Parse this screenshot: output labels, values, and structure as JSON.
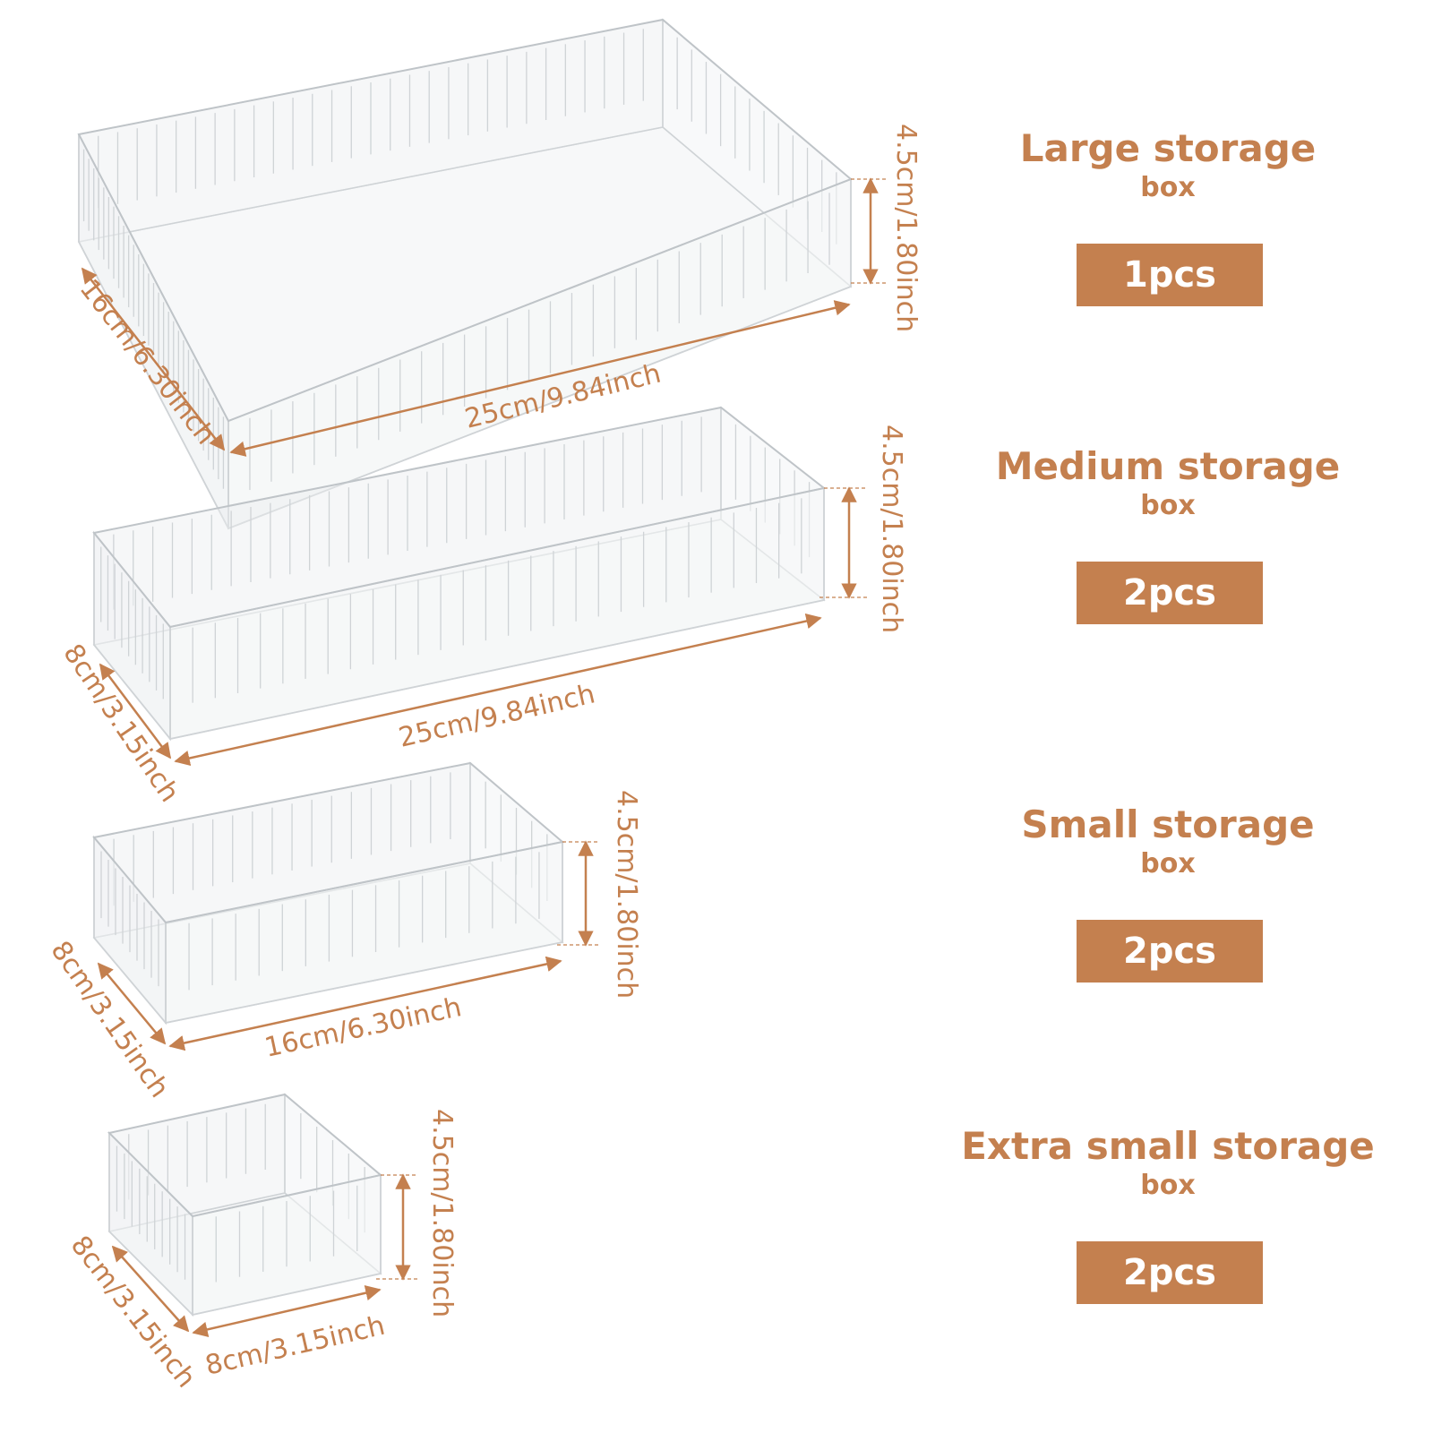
{
  "colors": {
    "accent": "#c4804f",
    "box_outline": "#cfd3d6",
    "background": "#ffffff"
  },
  "boxes": [
    {
      "title": "Large storage",
      "subtitle": "box",
      "quantity": "1pcs",
      "length": "25cm/9.84inch",
      "width": "16cm/6.30inch",
      "height": "4.5cm/1.80inch"
    },
    {
      "title": "Medium storage",
      "subtitle": "box",
      "quantity": "2pcs",
      "length": "25cm/9.84inch",
      "width": "8cm/3.15inch",
      "height": "4.5cm/1.80inch"
    },
    {
      "title": "Small storage",
      "subtitle": "box",
      "quantity": "2pcs",
      "length": "16cm/6.30inch",
      "width": "8cm/3.15inch",
      "height": "4.5cm/1.80inch"
    },
    {
      "title": "Extra small storage",
      "subtitle": "box",
      "quantity": "2pcs",
      "length": "8cm/3.15inch",
      "width": "8cm/3.15inch",
      "height": "4.5cm/1.80inch"
    }
  ]
}
